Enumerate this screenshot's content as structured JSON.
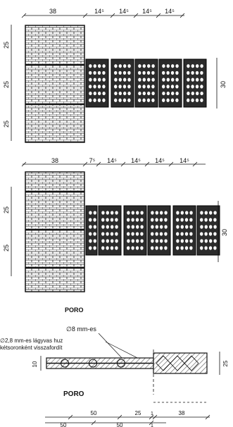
{
  "top_detail": {
    "dim_top": [
      "38",
      "14⁵",
      "14⁵",
      "14⁵",
      "14⁵"
    ],
    "dim_left": [
      "25",
      "25",
      "25"
    ],
    "dim_right": "30"
  },
  "middle_detail": {
    "dim_top": [
      "38",
      "7⁵",
      "14⁵",
      "14⁵",
      "14⁵",
      "14⁵"
    ],
    "dim_left": [
      "25",
      "25"
    ],
    "dim_right": "30"
  },
  "bottom_detail": {
    "label_top": "PORO",
    "note_line1": "∅8 mm-es",
    "note_line2": "∅2,8 mm-es lágyvas huz",
    "note_line3": "kétsoronként visszafordít",
    "label_bottom": "PORO",
    "dim_left": "10",
    "dim_right": "25",
    "dims_row1": [
      "50",
      "25",
      "1",
      "38"
    ],
    "dims_row2": [
      "50",
      "50",
      "1"
    ]
  },
  "colors": {
    "ink": "#111111",
    "block_fill": "#2b2b2b",
    "hole": "#ffffff",
    "hatch": "#555555"
  }
}
